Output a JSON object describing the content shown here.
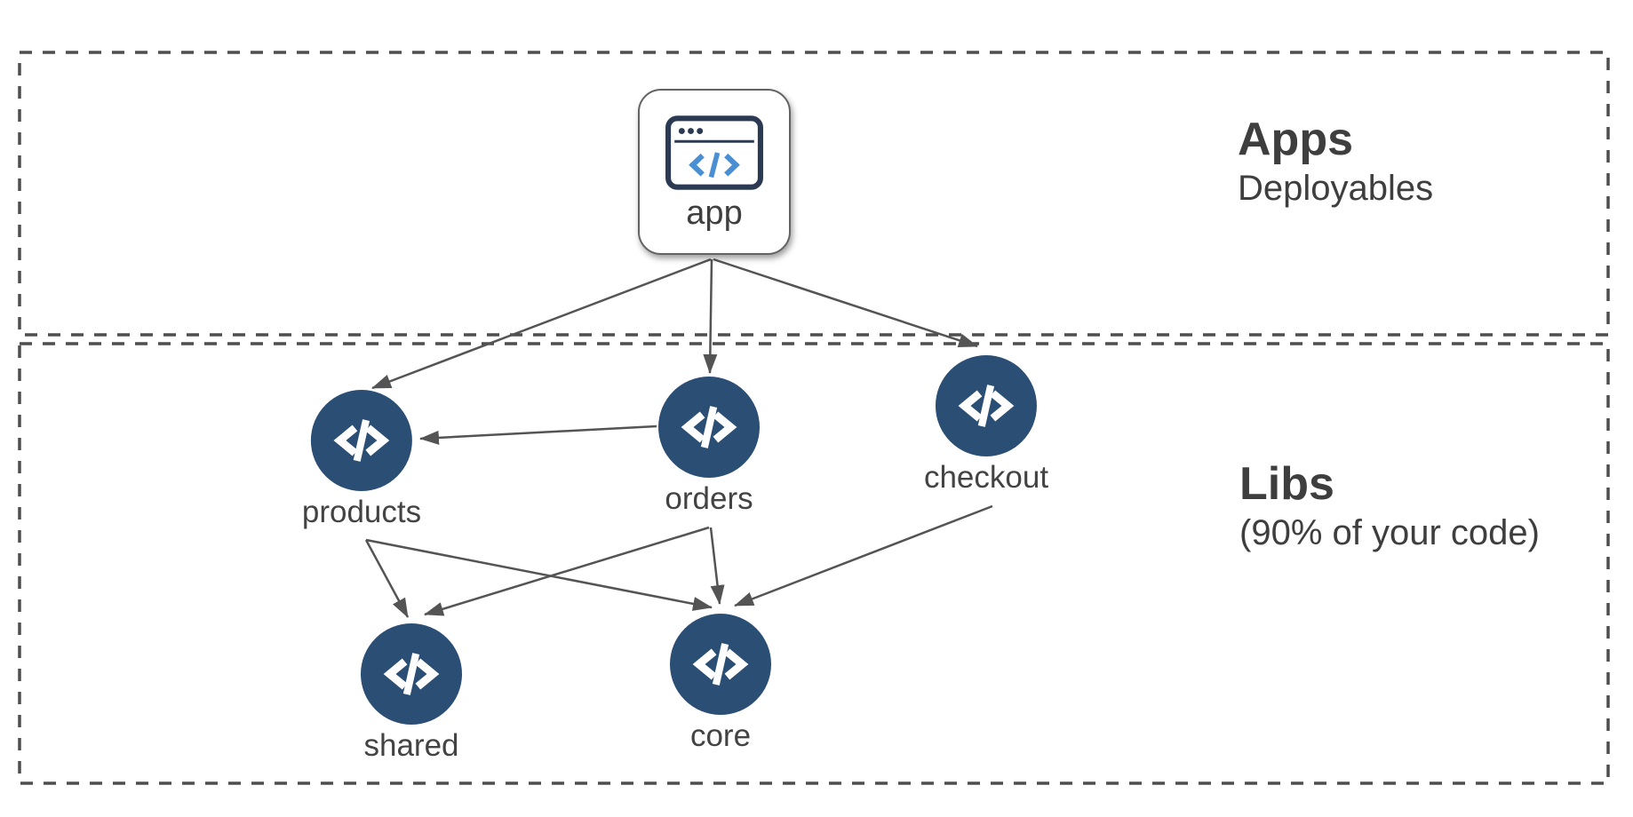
{
  "diagram": {
    "groups": [
      {
        "id": "apps",
        "title": "Apps",
        "subtitle": "Deployables"
      },
      {
        "id": "libs",
        "title": "Libs",
        "subtitle": "(90% of your code)"
      }
    ],
    "nodes": {
      "app": {
        "label": "app",
        "icon": "browser-code-icon"
      },
      "products": {
        "label": "products",
        "icon": "code-icon"
      },
      "orders": {
        "label": "orders",
        "icon": "code-icon"
      },
      "checkout": {
        "label": "checkout",
        "icon": "code-icon"
      },
      "shared": {
        "label": "shared",
        "icon": "code-icon"
      },
      "core": {
        "label": "core",
        "icon": "code-icon"
      }
    },
    "edges": [
      {
        "from": "app",
        "to": "products"
      },
      {
        "from": "app",
        "to": "orders"
      },
      {
        "from": "app",
        "to": "checkout"
      },
      {
        "from": "orders",
        "to": "products"
      },
      {
        "from": "products",
        "to": "shared"
      },
      {
        "from": "products",
        "to": "core"
      },
      {
        "from": "orders",
        "to": "shared"
      },
      {
        "from": "orders",
        "to": "core"
      },
      {
        "from": "checkout",
        "to": "core"
      }
    ],
    "colors": {
      "node_fill": "#2b4e74",
      "edge": "#545454",
      "dashed_border": "#4e4e4e",
      "text": "#3f3f3f",
      "browser_icon_navy": "#2b3a52",
      "browser_icon_blue": "#4a8fd4"
    }
  }
}
